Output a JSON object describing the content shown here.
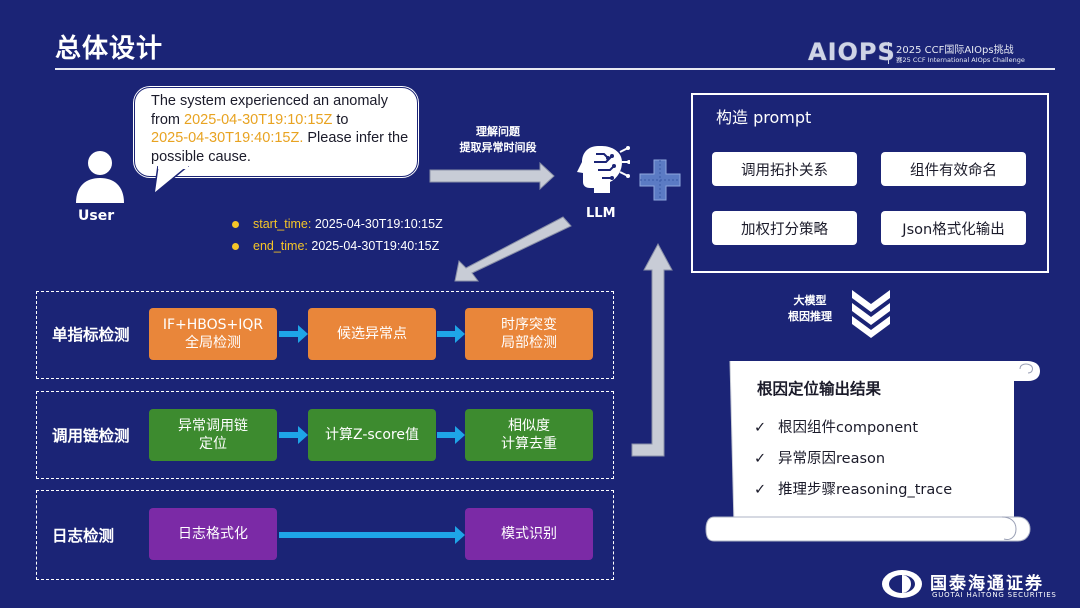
{
  "header": {
    "title": "总体设计",
    "logo_text": "AIOPS",
    "logo_line1": "2025 CCF国际AIOps挑战",
    "logo_line2": "赛25 CCF International AIOps Challenge"
  },
  "user": {
    "label": "User",
    "message": {
      "part1": "The system experienced an anomaly from ",
      "ts1": "2025-04-30T19:10:15Z",
      "part2": " to ",
      "ts2": "2025-04-30T19:40:15Z.",
      "part3": " Please infer the possible cause."
    }
  },
  "arrow_label": {
    "line1": "理解问题",
    "line2": "提取异常时间段"
  },
  "times": {
    "start_key": "start_time:",
    "start_val": " 2025-04-30T19:10:15Z",
    "end_key": "end_time:",
    "end_val": " 2025-04-30T19:40:15Z"
  },
  "llm": {
    "label": "LLM"
  },
  "prompt": {
    "title": "构造 prompt",
    "items": [
      "调用拓扑关系",
      "组件有效命名",
      "加权打分策略",
      "Json格式化输出"
    ]
  },
  "reasoning_label": {
    "line1": "大模型",
    "line2": "根因推理"
  },
  "result": {
    "title": "根因定位输出结果",
    "items": [
      "根因组件component",
      "异常原因reason",
      "推理步骤reasoning_trace"
    ],
    "check": "✓"
  },
  "rows": [
    {
      "label": "单指标检测",
      "boxes": [
        "IF+HBOS+IQR\n全局检测",
        "候选异常点",
        "时序突变\n局部检测"
      ]
    },
    {
      "label": "调用链检测",
      "boxes": [
        "异常调用链\n定位",
        "计算Z-score值",
        "相似度\n计算去重"
      ]
    },
    {
      "label": "日志检测",
      "boxes": [
        "日志格式化",
        "模式识别"
      ]
    }
  ],
  "footer": {
    "cn": "国泰海通证券",
    "en": "GUOTAI HAITONG SECURITIES"
  },
  "colors": {
    "background": "#1b2476",
    "orange": "#e9863a",
    "green": "#3d8b2f",
    "purple": "#7b2aa6",
    "highlight": "#e8a321",
    "arrow_blue": "#1ea5e8",
    "arrow_gray": "#c8ccd6"
  }
}
